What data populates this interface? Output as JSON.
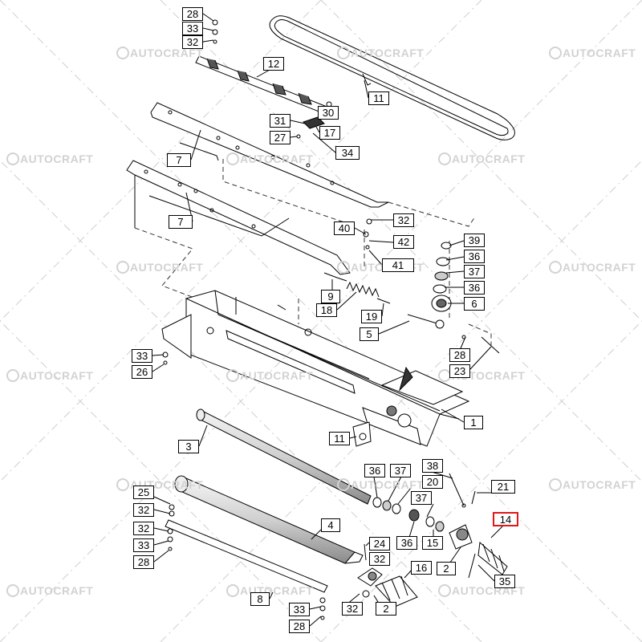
{
  "watermark": "AUTOCRAFT",
  "highlight_color": "#e01818",
  "callouts": [
    {
      "id": "c-28-top",
      "label": "28"
    },
    {
      "id": "c-33-top",
      "label": "33"
    },
    {
      "id": "c-32-top",
      "label": "32"
    },
    {
      "id": "c-12",
      "label": "12"
    },
    {
      "id": "c-11-top",
      "label": "11"
    },
    {
      "id": "c-30",
      "label": "30"
    },
    {
      "id": "c-31",
      "label": "31"
    },
    {
      "id": "c-17",
      "label": "17"
    },
    {
      "id": "c-27",
      "label": "27"
    },
    {
      "id": "c-34",
      "label": "34"
    },
    {
      "id": "c-7-a",
      "label": "7"
    },
    {
      "id": "c-7-b",
      "label": "7"
    },
    {
      "id": "c-32-mid",
      "label": "32"
    },
    {
      "id": "c-40",
      "label": "40"
    },
    {
      "id": "c-42",
      "label": "42"
    },
    {
      "id": "c-41",
      "label": "41"
    },
    {
      "id": "c-39",
      "label": "39"
    },
    {
      "id": "c-36-a",
      "label": "36"
    },
    {
      "id": "c-37-a",
      "label": "37"
    },
    {
      "id": "c-36-b",
      "label": "36"
    },
    {
      "id": "c-6",
      "label": "6"
    },
    {
      "id": "c-9",
      "label": "9"
    },
    {
      "id": "c-18",
      "label": "18"
    },
    {
      "id": "c-19",
      "label": "19"
    },
    {
      "id": "c-5",
      "label": "5"
    },
    {
      "id": "c-28-mid",
      "label": "28"
    },
    {
      "id": "c-23",
      "label": "23"
    },
    {
      "id": "c-33-left",
      "label": "33"
    },
    {
      "id": "c-26",
      "label": "26"
    },
    {
      "id": "c-1",
      "label": "1"
    },
    {
      "id": "c-11-mid",
      "label": "11"
    },
    {
      "id": "c-3",
      "label": "3"
    },
    {
      "id": "c-36-c",
      "label": "36"
    },
    {
      "id": "c-37-b",
      "label": "37"
    },
    {
      "id": "c-38",
      "label": "38"
    },
    {
      "id": "c-20",
      "label": "20"
    },
    {
      "id": "c-21",
      "label": "21"
    },
    {
      "id": "c-25",
      "label": "25"
    },
    {
      "id": "c-37-c",
      "label": "37"
    },
    {
      "id": "c-14",
      "label": "14"
    },
    {
      "id": "c-32-b1",
      "label": "32"
    },
    {
      "id": "c-4",
      "label": "4"
    },
    {
      "id": "c-32-b2",
      "label": "32"
    },
    {
      "id": "c-36-d",
      "label": "36"
    },
    {
      "id": "c-15",
      "label": "15"
    },
    {
      "id": "c-33-b",
      "label": "33"
    },
    {
      "id": "c-24",
      "label": "24"
    },
    {
      "id": "c-32-b3",
      "label": "32"
    },
    {
      "id": "c-28-b",
      "label": "28"
    },
    {
      "id": "c-16",
      "label": "16"
    },
    {
      "id": "c-2-a",
      "label": "2"
    },
    {
      "id": "c-35",
      "label": "35"
    },
    {
      "id": "c-8",
      "label": "8"
    },
    {
      "id": "c-32-b4",
      "label": "32"
    },
    {
      "id": "c-2-b",
      "label": "2"
    },
    {
      "id": "c-33-bot",
      "label": "33"
    },
    {
      "id": "c-28-bot",
      "label": "28"
    }
  ]
}
